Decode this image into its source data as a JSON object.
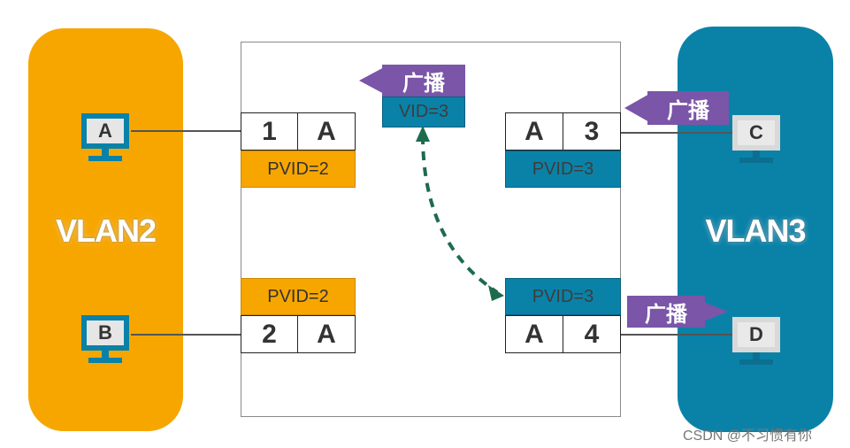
{
  "vlans": {
    "left": {
      "label": "VLAN2",
      "color": "#f7a600"
    },
    "right": {
      "label": "VLAN3",
      "color": "#0a82a8"
    }
  },
  "hosts": [
    {
      "label": "A"
    },
    {
      "label": "B"
    },
    {
      "label": "C"
    },
    {
      "label": "D"
    }
  ],
  "ports": [
    {
      "port": "1",
      "mac": "A",
      "pvid": "PVID=2"
    },
    {
      "port": "2",
      "mac": "A",
      "pvid": "PVID=2"
    },
    {
      "port": "3",
      "mac": "A",
      "pvid": "PVID=3"
    },
    {
      "port": "4",
      "mac": "A",
      "pvid": "PVID=3"
    }
  ],
  "broadcast_label": "广播",
  "vid_tag": "VID=3",
  "broadcast_color": "#7a55a8",
  "watermark": "CSDN @不习惯有你"
}
